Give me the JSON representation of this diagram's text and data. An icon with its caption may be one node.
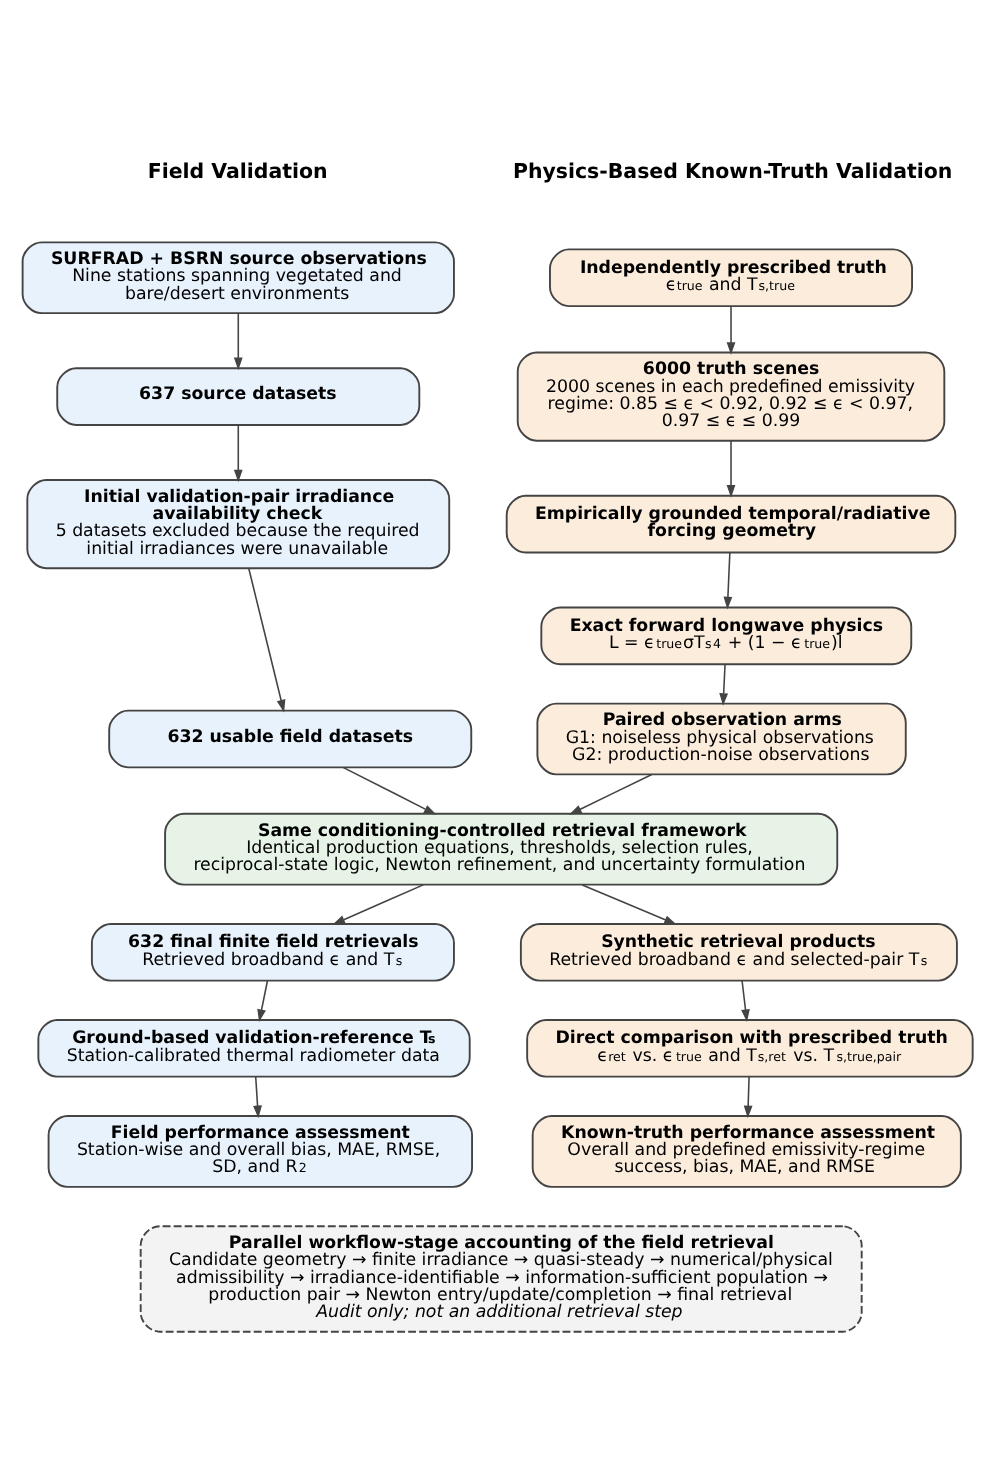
{
  "diagram": {
    "nodes": [
      {
        "text": [
          "SURFRAD + BSRN source observations",
          "Nine stations spanning vegetated and bare/desert environments"
        ]
      },
      {
        "text": [
          "637 source datasets"
        ]
      },
      {
        "text": [
          "Initial validation-pair irradiance availability check",
          "5 datasets excluded because the required initial irradiances were unavailable"
        ]
      },
      {
        "text": [
          "632 usable field datasets"
        ]
      },
      {
        "text": [
          "Independently prescribed truth",
          "ϵ$_{true}$ and T$_{s,true}$"
        ]
      },
      {
        "text": [
          "6000 truth scenes",
          "2000 scenes in each predefined emissivity regime: 0.85 ≤ ϵ < 0.92, 0.92 ≤ ϵ < 0.97, 0.97 ≤ ϵ ≤ 0.99"
        ]
      },
      {
        "text": [
          "Empirically grounded temporal/radiative forcing geometry"
        ]
      },
      {
        "text": [
          "Exact forward longwave physics",
          "L = ϵ$_{true}$σT$_{s}$$^{4}$ + (1 − ϵ$_{true}$)l"
        ]
      },
      {
        "text": [
          "Paired observation arms",
          "G1: noiseless physical observations",
          "G2: production-noise observations"
        ]
      },
      {
        "text": [
          "Same conditioning-controlled retrieval framework",
          "Identical production equations, thresholds, selection rules, reciprocal-state logic, Newton refinement, and uncertainty formulation"
        ]
      },
      {
        "text": [
          "632 final finite field retrievals",
          "Retrieved broadband ϵ and T$_{s}$"
        ]
      },
      {
        "text": [
          "Synthetic retrieval products",
          "Retrieved broadband ϵ and selected-pair T$_{s}$"
        ]
      },
      {
        "text": [
          "Ground-based validation-reference T$_{s}$",
          "Station-calibrated thermal radiometer data"
        ]
      },
      {
        "text": [
          "Direct comparison with prescribed truth",
          "ϵ$_{ret}$ vs. ϵ$_{true}$ and T$_{s,ret}$ vs. T$_{s,true,pair}$"
        ]
      },
      {
        "text": [
          "Field performance assessment",
          "Station-wise and overall bias, MAE, RMSE, SD, and R$^{2}$"
        ]
      },
      {
        "text": [
          "Known-truth performance assessment",
          "Overall and predefined emissivity-regime success, bias, MAE, and RMSE"
        ]
      },
      {
        "text": [
          "Parallel workflow-stage accounting of the field retrieval",
          "Candidate geometry → finite irradiance → quasi-steady → numerical/physical admissibility → irradiance-identifiable → information-sufficient population → production pair → Newton entry/update/completion → final retrieval",
          "Audit only; not an additional retrieval step"
        ]
      }
    ],
    "edges": [
      {
        "from": 0,
        "to": 1,
        "arrow": "to"
      },
      {
        "from": 1,
        "to": 2,
        "arrow": "to"
      },
      {
        "from": 2,
        "to": 3,
        "arrow": "to"
      },
      {
        "from": 3,
        "to": 9,
        "arrow": "to"
      },
      {
        "from": 4,
        "to": 5,
        "arrow": "to"
      },
      {
        "from": 5,
        "to": 6,
        "arrow": "to"
      },
      {
        "from": 6,
        "to": 7,
        "arrow": "to"
      },
      {
        "from": 7,
        "to": 8,
        "arrow": "to"
      },
      {
        "from": 8,
        "to": 9,
        "arrow": "to"
      },
      {
        "from": 9,
        "to": 10,
        "arrow": "to"
      },
      {
        "from": 9,
        "to": 11,
        "arrow": "to"
      },
      {
        "from": 10,
        "to": 12,
        "arrow": "to"
      },
      {
        "from": 12,
        "to": 14,
        "arrow": "to"
      },
      {
        "from": 11,
        "to": 13,
        "arrow": "to"
      },
      {
        "from": 13,
        "to": 15,
        "arrow": "to"
      }
    ],
    "labels": [
      "Field Validation",
      "Physics-Based Known-Truth Validation"
    ]
  }
}
